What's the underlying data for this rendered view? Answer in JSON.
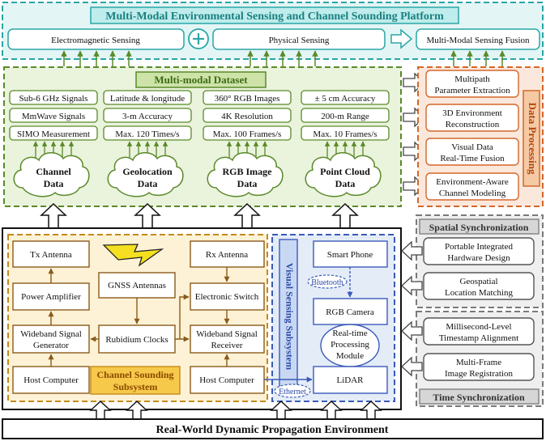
{
  "title": "Multi-Modal Environmental Sensing and Channel Sounding Platform",
  "top_row": {
    "electromagnetic": "Electromagnetic Sensing",
    "plus": "+",
    "physical": "Physical Sensing",
    "fusion": "Multi-Modal Sensing  Fusion"
  },
  "dataset": {
    "title": "Multi-modal Dataset",
    "columns": [
      {
        "rows": [
          "Sub-6 GHz Signals",
          "MmWave Signals",
          "SIMO Measurement"
        ],
        "cloud": [
          "Channel",
          "Data"
        ]
      },
      {
        "rows": [
          "Latitude &  longitude",
          "3-m Accuracy",
          "Max. 120 Times/s"
        ],
        "cloud": [
          "Geolocation",
          "Data"
        ]
      },
      {
        "rows": [
          "360°  RGB Images",
          "4K Resolution",
          "Max. 100 Frames/s"
        ],
        "cloud": [
          "RGB Image",
          "Data"
        ]
      },
      {
        "rows": [
          "± 5 cm Accuracy",
          "200-m Range",
          "Max. 10 Frames/s"
        ],
        "cloud": [
          "Point Cloud",
          "Data"
        ]
      }
    ]
  },
  "data_processing": {
    "title": "Data Processing",
    "items": [
      [
        "Multipath",
        "Parameter Extraction"
      ],
      [
        "3D  Environment",
        "Reconstruction"
      ],
      [
        "Visual Data",
        "Real-Time Fusion"
      ],
      [
        "Environment-Aware",
        "Channel Modeling"
      ]
    ]
  },
  "spatial_sync": {
    "title": "Spatial Synchronization",
    "items": [
      [
        "Portable Integrated",
        "Hardware Design"
      ],
      [
        "Geospatial",
        "Location Matching"
      ]
    ]
  },
  "time_sync": {
    "title": "Time Synchronization",
    "items": [
      [
        "Millisecond-Level",
        "Timestamp Alignment"
      ],
      [
        "Multi-Frame",
        "Image Registration"
      ]
    ]
  },
  "channel_sounding": {
    "label": [
      "Channel Sounding",
      "Subsystem"
    ],
    "tx_antenna": "Tx Antenna",
    "power_amplifier": "Power Amplifier",
    "wideband_generator": [
      "Wideband Signal",
      "Generator"
    ],
    "host_computer_left": "Host Computer",
    "gnss": "GNSS Antennas",
    "rubidium": "Rubidium Clocks",
    "rx_antenna": "Rx Antenna",
    "electronic_switch": "Electronic Switch",
    "wideband_receiver": [
      "Wideband Signal",
      "Receiver"
    ],
    "host_computer_right": "Host Computer"
  },
  "visual_sensing": {
    "label": "Visual Sensing Subsystem",
    "smart_phone": "Smart Phone",
    "bluetooth": "Bluetooth",
    "rgb_camera": "RGB Camera",
    "processing": [
      "Real-time",
      "Processing",
      "Module"
    ],
    "lidar": "LiDAR",
    "ethernet": "Ethernet"
  },
  "environment": "Real-World Dynamic Propagation Environment",
  "colors": {
    "cyan": "#2aa6a6",
    "green": "#5a8a2a",
    "orange": "#d4672a",
    "gray": "#7a7a7a",
    "blue": "#3b5bb8",
    "yellow": "#f1d35a"
  }
}
